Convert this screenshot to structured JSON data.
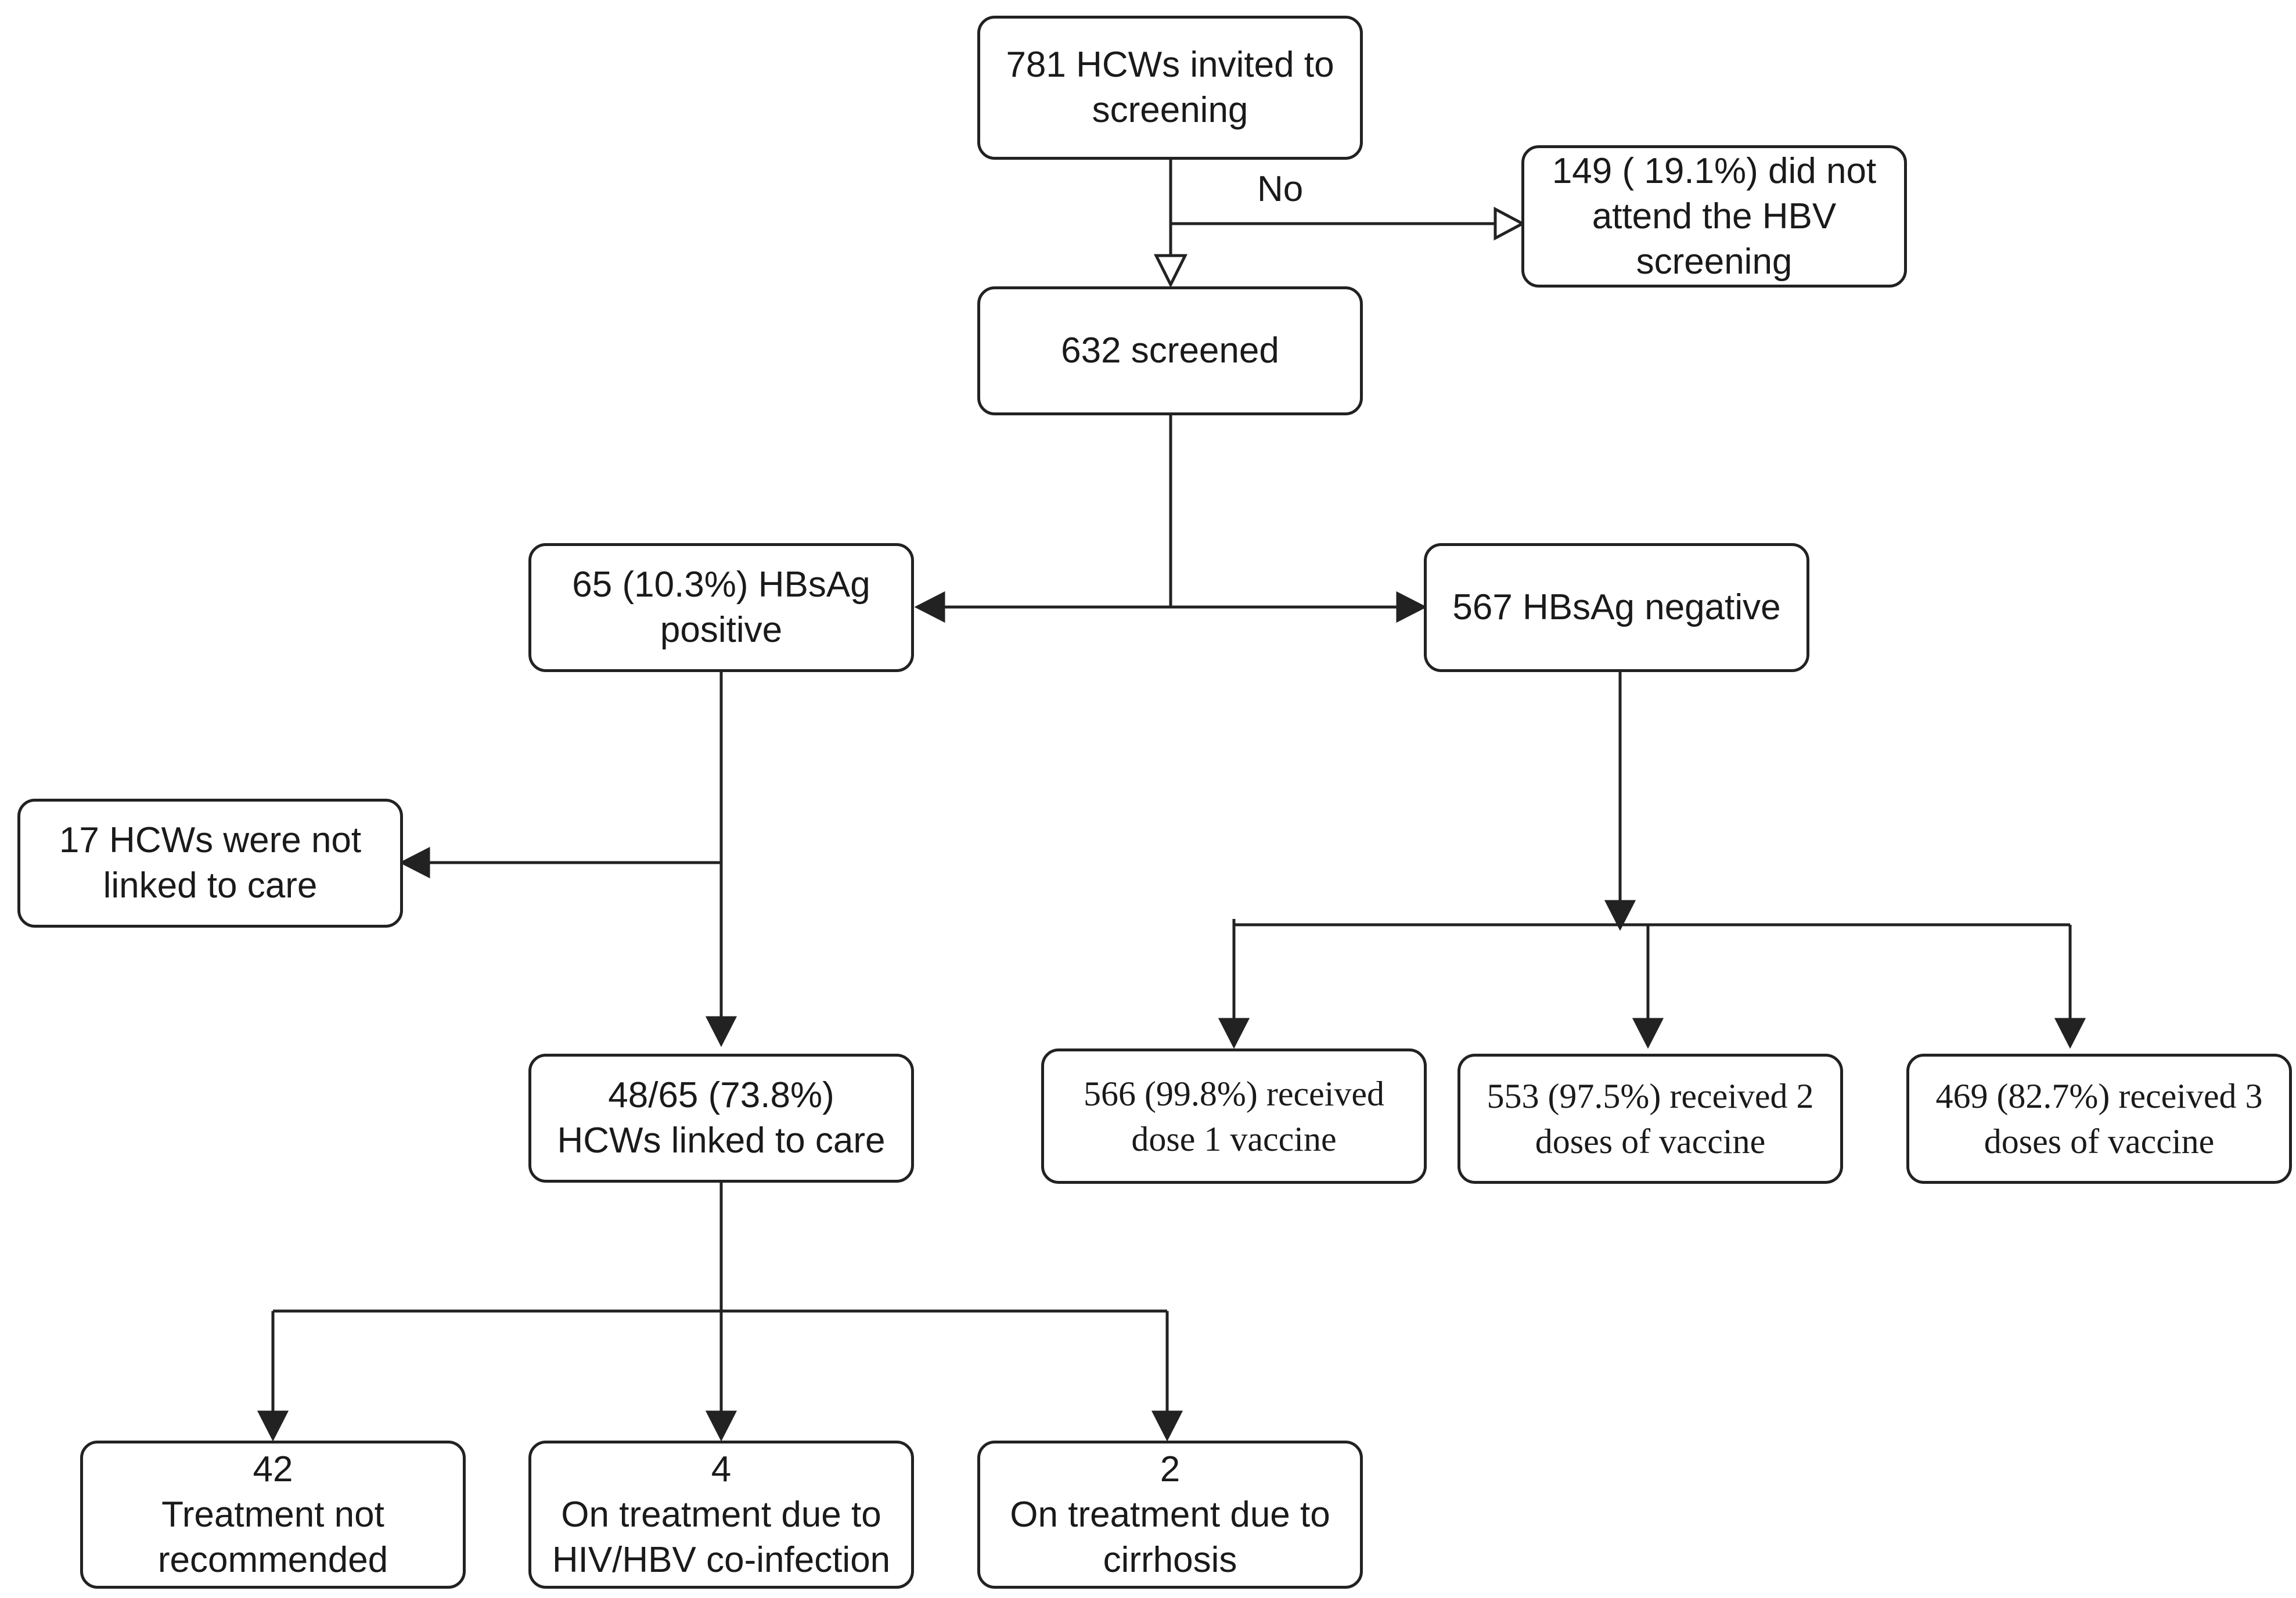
{
  "nodes": {
    "invited": {
      "lines": [
        "781 HCWs invited to",
        "screening"
      ]
    },
    "not_attend": {
      "lines": [
        "149 ( 19.1%) did not",
        "attend the HBV",
        "screening"
      ]
    },
    "screened": {
      "lines": [
        "632 screened"
      ]
    },
    "positive": {
      "lines": [
        "65 (10.3%) HBsAg",
        "positive"
      ]
    },
    "negative": {
      "lines": [
        "567 HBsAg negative"
      ]
    },
    "not_linked": {
      "lines": [
        "17 HCWs were not",
        "linked to care"
      ]
    },
    "linked": {
      "lines": [
        "48/65 (73.8%)",
        "HCWs linked to care"
      ]
    },
    "dose1": {
      "lines": [
        "566 (99.8%) received",
        "dose 1 vaccine"
      ]
    },
    "dose2": {
      "lines": [
        "553 (97.5%) received 2",
        "doses of vaccine"
      ]
    },
    "dose3": {
      "lines": [
        "469 (82.7%) received 3",
        "doses of vaccine"
      ]
    },
    "no_treatment": {
      "lines": [
        "42",
        "Treatment not",
        "recommended"
      ]
    },
    "hiv_coinfection": {
      "lines": [
        "4",
        "On treatment  due to",
        "HIV/HBV co-infection"
      ]
    },
    "cirrhosis": {
      "lines": [
        "2",
        "On treatment due to",
        "cirrhosis"
      ]
    }
  },
  "edge_labels": {
    "no": "No"
  }
}
